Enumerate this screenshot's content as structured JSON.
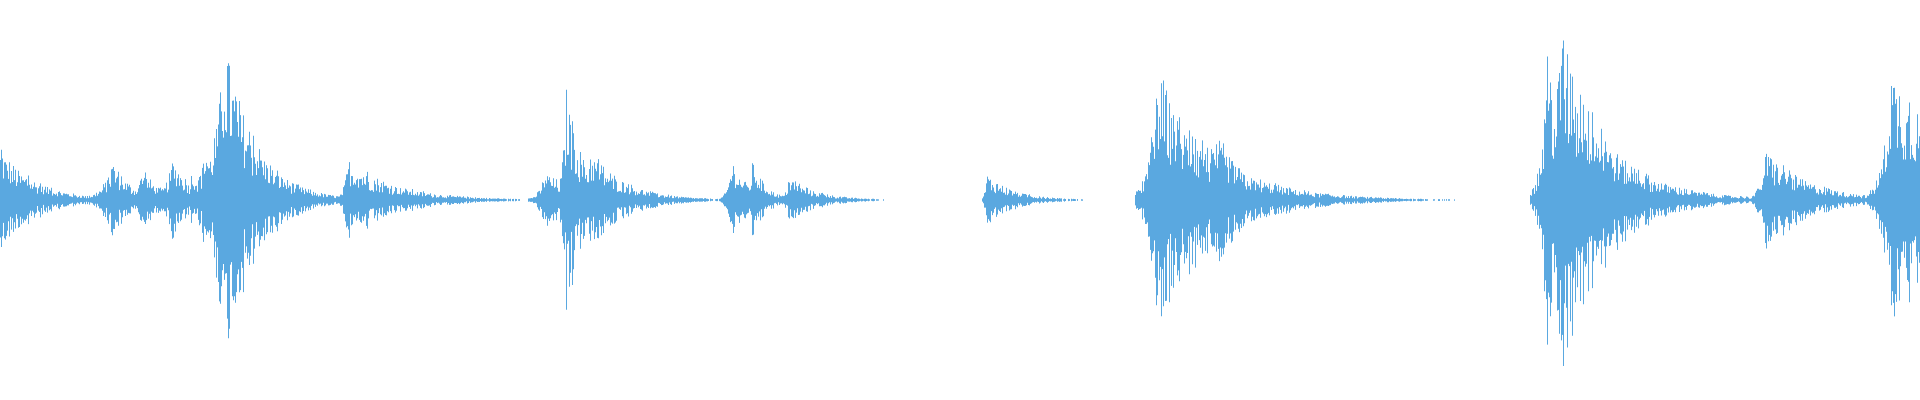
{
  "waveform": {
    "color": "#5AA8E0",
    "background": "#ffffff",
    "bursts": [
      {
        "time": 0.0,
        "peak": 0.31,
        "decay": 0.018,
        "pre": 0.001
      },
      {
        "time": 0.059,
        "peak": 0.22,
        "decay": 0.01,
        "pre": 0.006
      },
      {
        "time": 0.074,
        "peak": 0.18,
        "decay": 0.01,
        "pre": 0.004
      },
      {
        "time": 0.09,
        "peak": 0.25,
        "decay": 0.01,
        "pre": 0.004
      },
      {
        "time": 0.1,
        "peak": 0.18,
        "decay": 0.008,
        "pre": 0.003
      },
      {
        "time": 0.107,
        "peak": 0.32,
        "decay": 0.012,
        "pre": 0.004
      },
      {
        "time": 0.117,
        "peak": 0.98,
        "decay": 0.016,
        "pre": 0.006
      },
      {
        "time": 0.181,
        "peak": 0.24,
        "decay": 0.025,
        "pre": 0.002
      },
      {
        "time": 0.284,
        "peak": 0.18,
        "decay": 0.014,
        "pre": 0.003
      },
      {
        "time": 0.295,
        "peak": 0.67,
        "decay": 0.009,
        "pre": 0.002
      },
      {
        "time": 0.307,
        "peak": 0.3,
        "decay": 0.018,
        "pre": 0.002
      },
      {
        "time": 0.381,
        "peak": 0.24,
        "decay": 0.01,
        "pre": 0.002
      },
      {
        "time": 0.392,
        "peak": 0.24,
        "decay": 0.007,
        "pre": 0.002
      },
      {
        "time": 0.411,
        "peak": 0.13,
        "decay": 0.015,
        "pre": 0.002
      },
      {
        "time": 0.514,
        "peak": 0.16,
        "decay": 0.014,
        "pre": 0.001
      },
      {
        "time": 0.603,
        "peak": 0.78,
        "decay": 0.022,
        "pre": 0.004
      },
      {
        "time": 0.618,
        "peak": 0.44,
        "decay": 0.03,
        "pre": 0.002
      },
      {
        "time": 0.634,
        "peak": 0.4,
        "decay": 0.016,
        "pre": 0.002
      },
      {
        "time": 0.806,
        "peak": 0.83,
        "decay": 0.012,
        "pre": 0.003
      },
      {
        "time": 0.813,
        "peak": 1.0,
        "decay": 0.024,
        "pre": 0.004
      },
      {
        "time": 0.833,
        "peak": 0.26,
        "decay": 0.03,
        "pre": 0.002
      },
      {
        "time": 0.92,
        "peak": 0.3,
        "decay": 0.022,
        "pre": 0.003
      },
      {
        "time": 0.985,
        "peak": 0.78,
        "decay": 0.04,
        "pre": 0.004
      }
    ]
  }
}
